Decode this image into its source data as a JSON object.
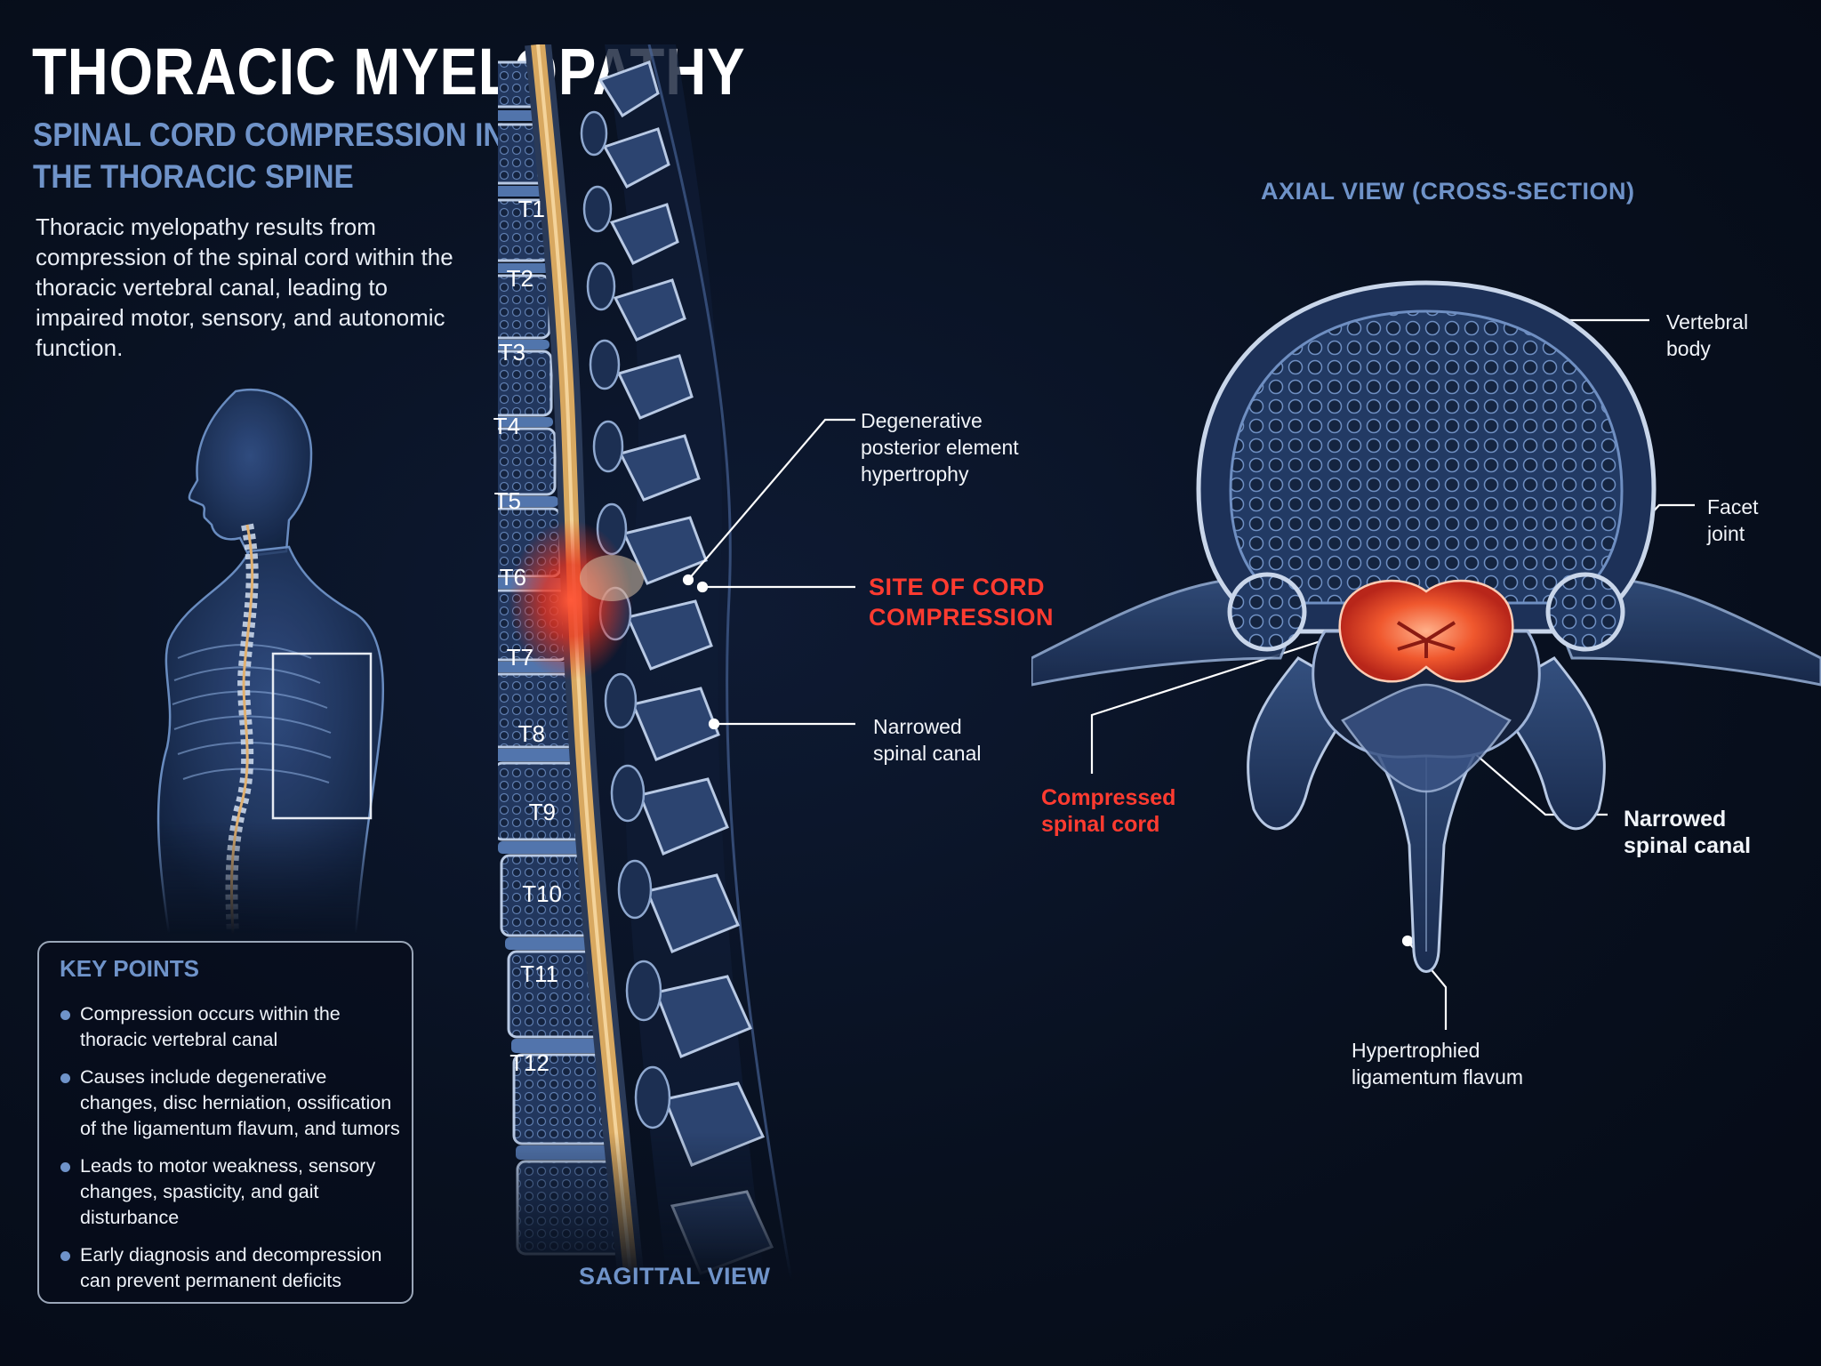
{
  "title": "THORACIC MYELOPATHY",
  "subtitle": "SPINAL CORD COMPRESSION IN THE THORACIC SPINE",
  "intro": "Thoracic myelopathy results from compression of the spinal cord within the thoracic vertebral canal, leading to impaired motor, sensory, and autonomic function.",
  "vertebrae": [
    "T1",
    "T2",
    "T3",
    "T4",
    "T5",
    "T6",
    "T7",
    "T8",
    "T9",
    "T10",
    "T11",
    "T12"
  ],
  "sagittal": {
    "view_label": "SAGITTAL VIEW",
    "callouts": {
      "degenerative": "Degenerative posterior element hypertrophy",
      "site": "SITE OF CORD COMPRESSION",
      "narrowed": "Narrowed spinal canal"
    }
  },
  "axial": {
    "view_label": "AXIAL VIEW (CROSS-SECTION)",
    "callouts": {
      "vertebral_body": "Vertebral body",
      "facet_joint": "Facet joint",
      "compressed_cord": "Compressed spinal cord",
      "narrowed_canal": "Narrowed spinal canal",
      "ligamentum": "Hypertrophied ligamentum flavum"
    }
  },
  "key_points": {
    "title": "KEY POINTS",
    "items": [
      "Compression occurs within the thoracic vertebral canal",
      "Causes include degenerative changes, disc herniation, ossification of the ligamentum flavum, and tumors",
      "Leads to motor weakness, sensory changes, spasticity, and gait disturbance",
      "Early diagnosis and decompression can prevent permanent deficits"
    ]
  },
  "colors": {
    "accent_blue": "#6f93c9",
    "compression_red": "#ff3b30",
    "background": "#08101f",
    "bone": "#8fa8cf"
  },
  "icons": [
    "human-silhouette",
    "sagittal-spine",
    "axial-vertebra"
  ]
}
